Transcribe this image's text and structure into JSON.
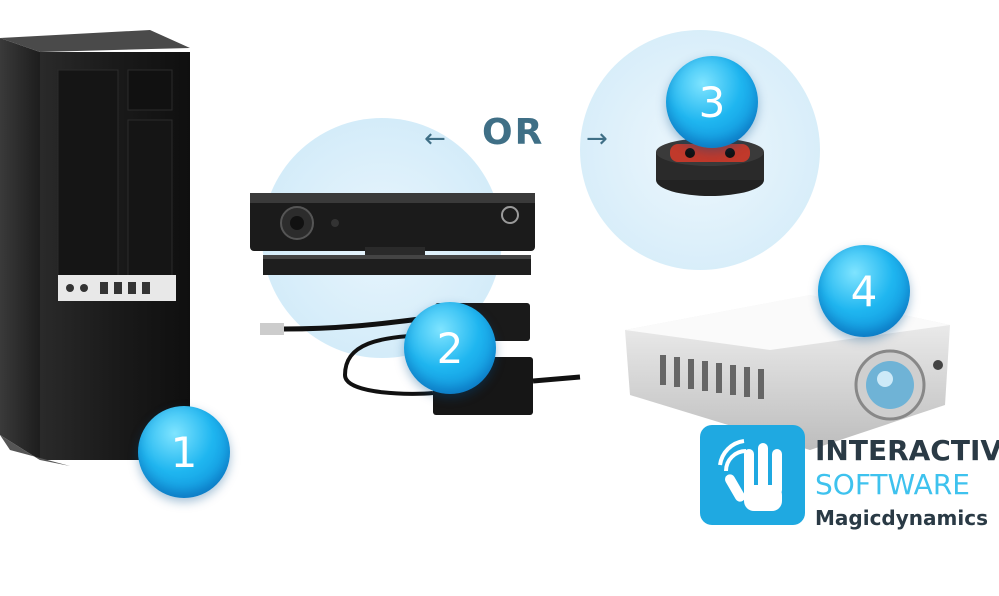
{
  "badges": {
    "one": "1",
    "two": "2",
    "three": "3",
    "four": "4"
  },
  "separator": {
    "or_label": "OR",
    "left_arrow": "←",
    "right_arrow": "→"
  },
  "brand": {
    "line1": "INTERACTIVE",
    "line2": "SOFTWARE",
    "line3": "Magicdynamics"
  },
  "colors": {
    "badge": "#1fb6f0",
    "halo": "#dff1fb",
    "brand_dark": "#2a3a45",
    "brand_light": "#3ec2ee",
    "or_text": "#3f6f86"
  }
}
